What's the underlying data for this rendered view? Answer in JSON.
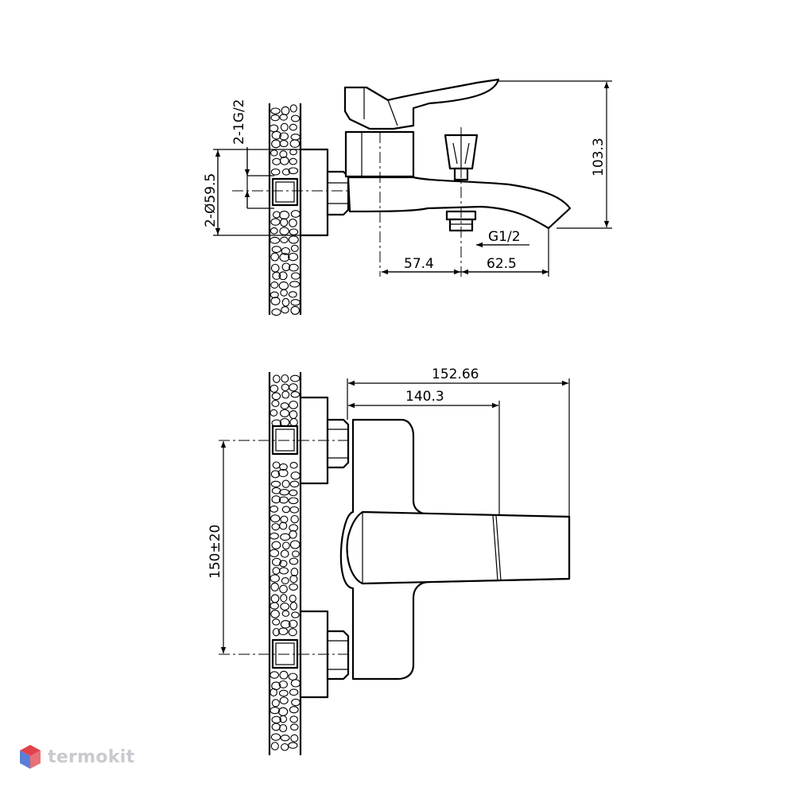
{
  "dimensions": {
    "thread_inlets": "2-1G/2",
    "flange_diameter": "2-Ø59.5",
    "height": "103.3",
    "spout_thread": "G1/2",
    "dist_a": "57.4",
    "dist_b": "62.5",
    "overall_length": "152.66",
    "body_length": "140.3",
    "centers": "150±20"
  },
  "watermark": {
    "text": "termokit",
    "icon": "cube-logo-icon",
    "colors": {
      "red": "#e2424a",
      "blue": "#5b7fd6",
      "grey": "#c9c9cf"
    }
  }
}
